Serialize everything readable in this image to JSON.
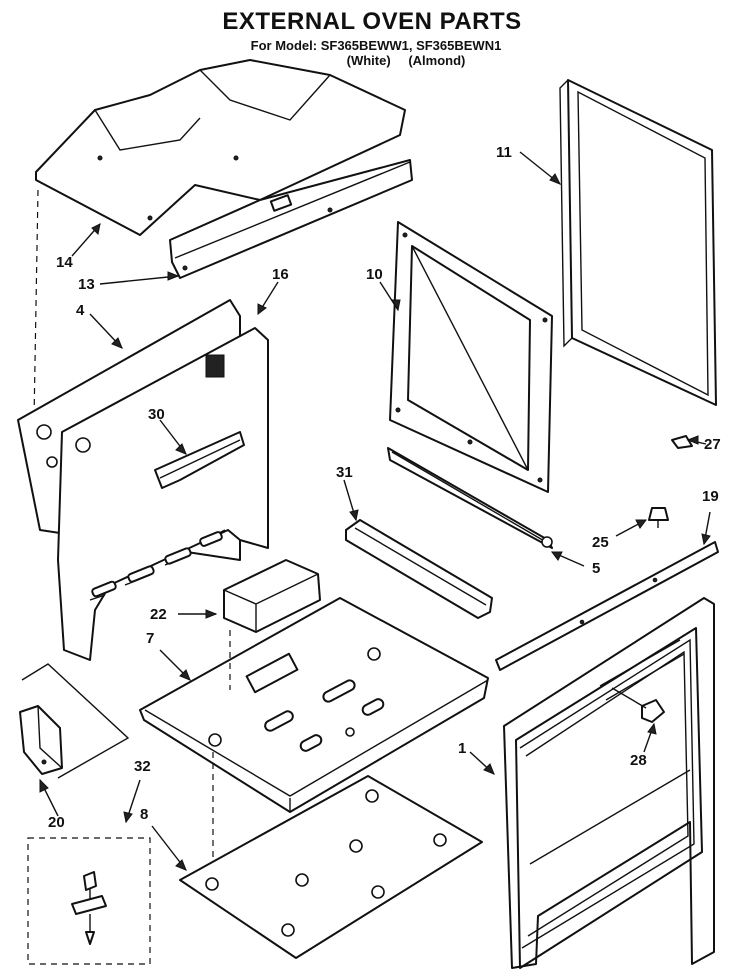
{
  "header": {
    "title": "EXTERNAL OVEN PARTS",
    "model_line": "For Model: SF365BEWW1, SF365BEWN1",
    "color_white": "(White)",
    "color_almond": "(Almond)"
  },
  "labels": {
    "p1": "1",
    "p4": "4",
    "p5": "5",
    "p7": "7",
    "p8": "8",
    "p10": "10",
    "p11": "11",
    "p13": "13",
    "p14": "14",
    "p16": "16",
    "p19": "19",
    "p20": "20",
    "p22": "22",
    "p25": "25",
    "p27": "27",
    "p28": "28",
    "p30": "30",
    "p31": "31",
    "p32": "32"
  }
}
